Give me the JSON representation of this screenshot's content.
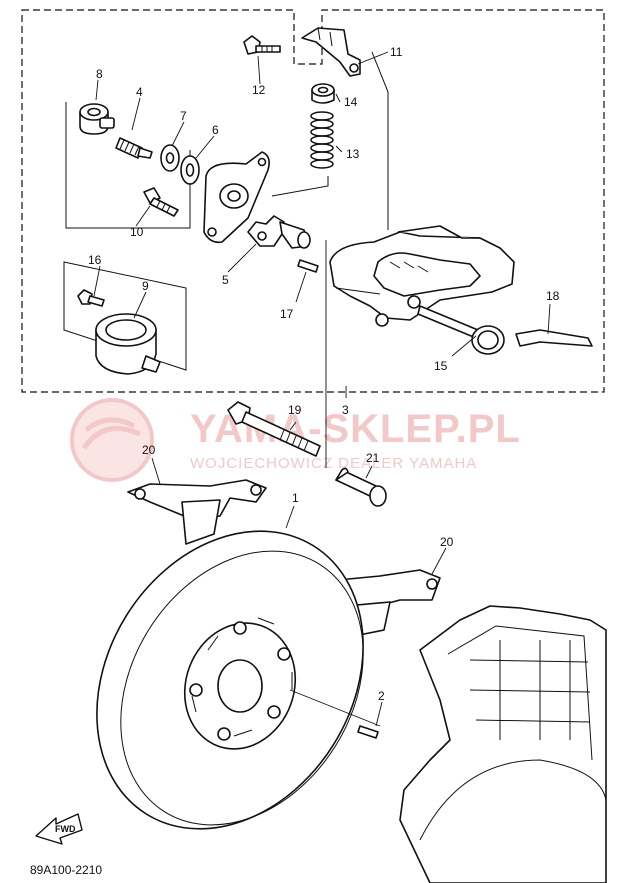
{
  "watermark": {
    "title": "YAMA-SKLEP.PL",
    "subtitle": "WOJCIECHOWICZ DEALER YAMAHA"
  },
  "labels": {
    "p1": "1",
    "p2": "2",
    "p3": "3",
    "p4": "4",
    "p5": "5",
    "p6": "6",
    "p7": "7",
    "p8": "8",
    "p9": "9",
    "p10": "10",
    "p11": "11",
    "p12": "12",
    "p13": "13",
    "p14": "14",
    "p15": "15",
    "p16": "16",
    "p17": "17",
    "p18": "18",
    "p19": "19",
    "p20a": "20",
    "p20b": "20",
    "p21": "21"
  },
  "fwd_label": "FWD",
  "diagram_code": "89A100-2210"
}
